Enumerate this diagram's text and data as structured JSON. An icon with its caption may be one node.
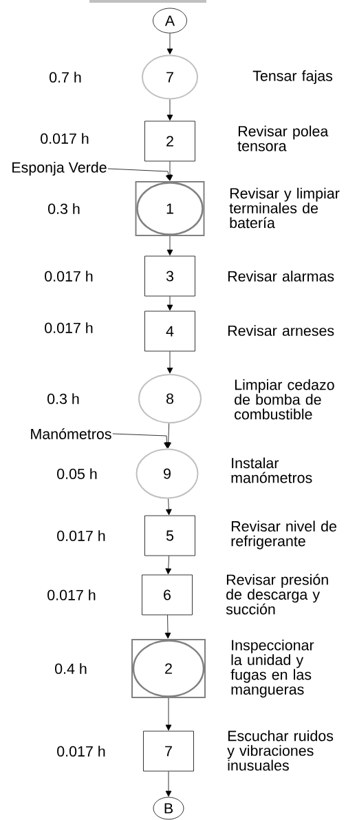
{
  "diagram": {
    "nodes": [
      {
        "text": [
          "A"
        ]
      },
      {
        "text": [
          "7"
        ],
        "beside": [
          "Tensar fajas"
        ]
      },
      {
        "text": [
          "2"
        ],
        "beside": [
          "Revisar polea tensora"
        ]
      },
      {
        "text": [
          "Esponja Verde"
        ]
      },
      {
        "text": [
          "1"
        ],
        "beside": [
          "Revisar y limpiar terminales de batería"
        ]
      },
      {
        "text": [
          "3"
        ],
        "beside": [
          "Revisar alarmas"
        ]
      },
      {
        "text": [
          "4"
        ],
        "beside": [
          "Revisar arneses"
        ]
      },
      {
        "text": [
          "8"
        ],
        "beside": [
          "Limpiar cedazo de bomba de combustible"
        ]
      },
      {
        "text": [
          "Manómetros"
        ]
      },
      {
        "text": [
          "9"
        ],
        "beside": [
          "Instalar manómetros"
        ]
      },
      {
        "text": [
          "5"
        ],
        "beside": [
          "Revisar nivel de refrigerante"
        ]
      },
      {
        "text": [
          "6"
        ],
        "beside": [
          "Revisar presión de descarga y succión"
        ]
      },
      {
        "text": [
          "2"
        ],
        "beside": [
          "Inspeccionar la unidad y fugas en las mangueras"
        ]
      },
      {
        "text": [
          "7"
        ],
        "beside": [
          "Escuchar ruidos y vibraciones inusuales"
        ]
      },
      {
        "text": [
          "B"
        ]
      }
    ],
    "edges": [
      {
        "from": 0,
        "to": 1,
        "arrow": "to"
      },
      {
        "from": 1,
        "to": 2,
        "arrow": "to"
      },
      {
        "from": 2,
        "to": 4,
        "arrow": "to"
      },
      {
        "from": 3,
        "to": 4,
        "arrow": "to"
      },
      {
        "from": 4,
        "to": 5,
        "arrow": "to"
      },
      {
        "from": 5,
        "to": 6,
        "arrow": "to"
      },
      {
        "from": 6,
        "to": 7,
        "arrow": "to"
      },
      {
        "from": 7,
        "to": 9,
        "arrow": "to"
      },
      {
        "from": 8,
        "to": 9,
        "arrow": "to"
      },
      {
        "from": 9,
        "to": 10,
        "arrow": "to"
      },
      {
        "from": 10,
        "to": 11,
        "arrow": "to"
      },
      {
        "from": 11,
        "to": 12,
        "arrow": "to"
      },
      {
        "from": 12,
        "to": 13,
        "arrow": "to"
      },
      {
        "from": 13,
        "to": 14,
        "arrow": "to"
      }
    ],
    "labels": [
      "0.7 h",
      "0.017 h",
      "0.3 h",
      "0.017 h",
      "0.017 h",
      "0.3 h",
      "0.05 h",
      "0.017 h",
      "0.017 h",
      "0.4 h",
      "0.017 h"
    ]
  }
}
